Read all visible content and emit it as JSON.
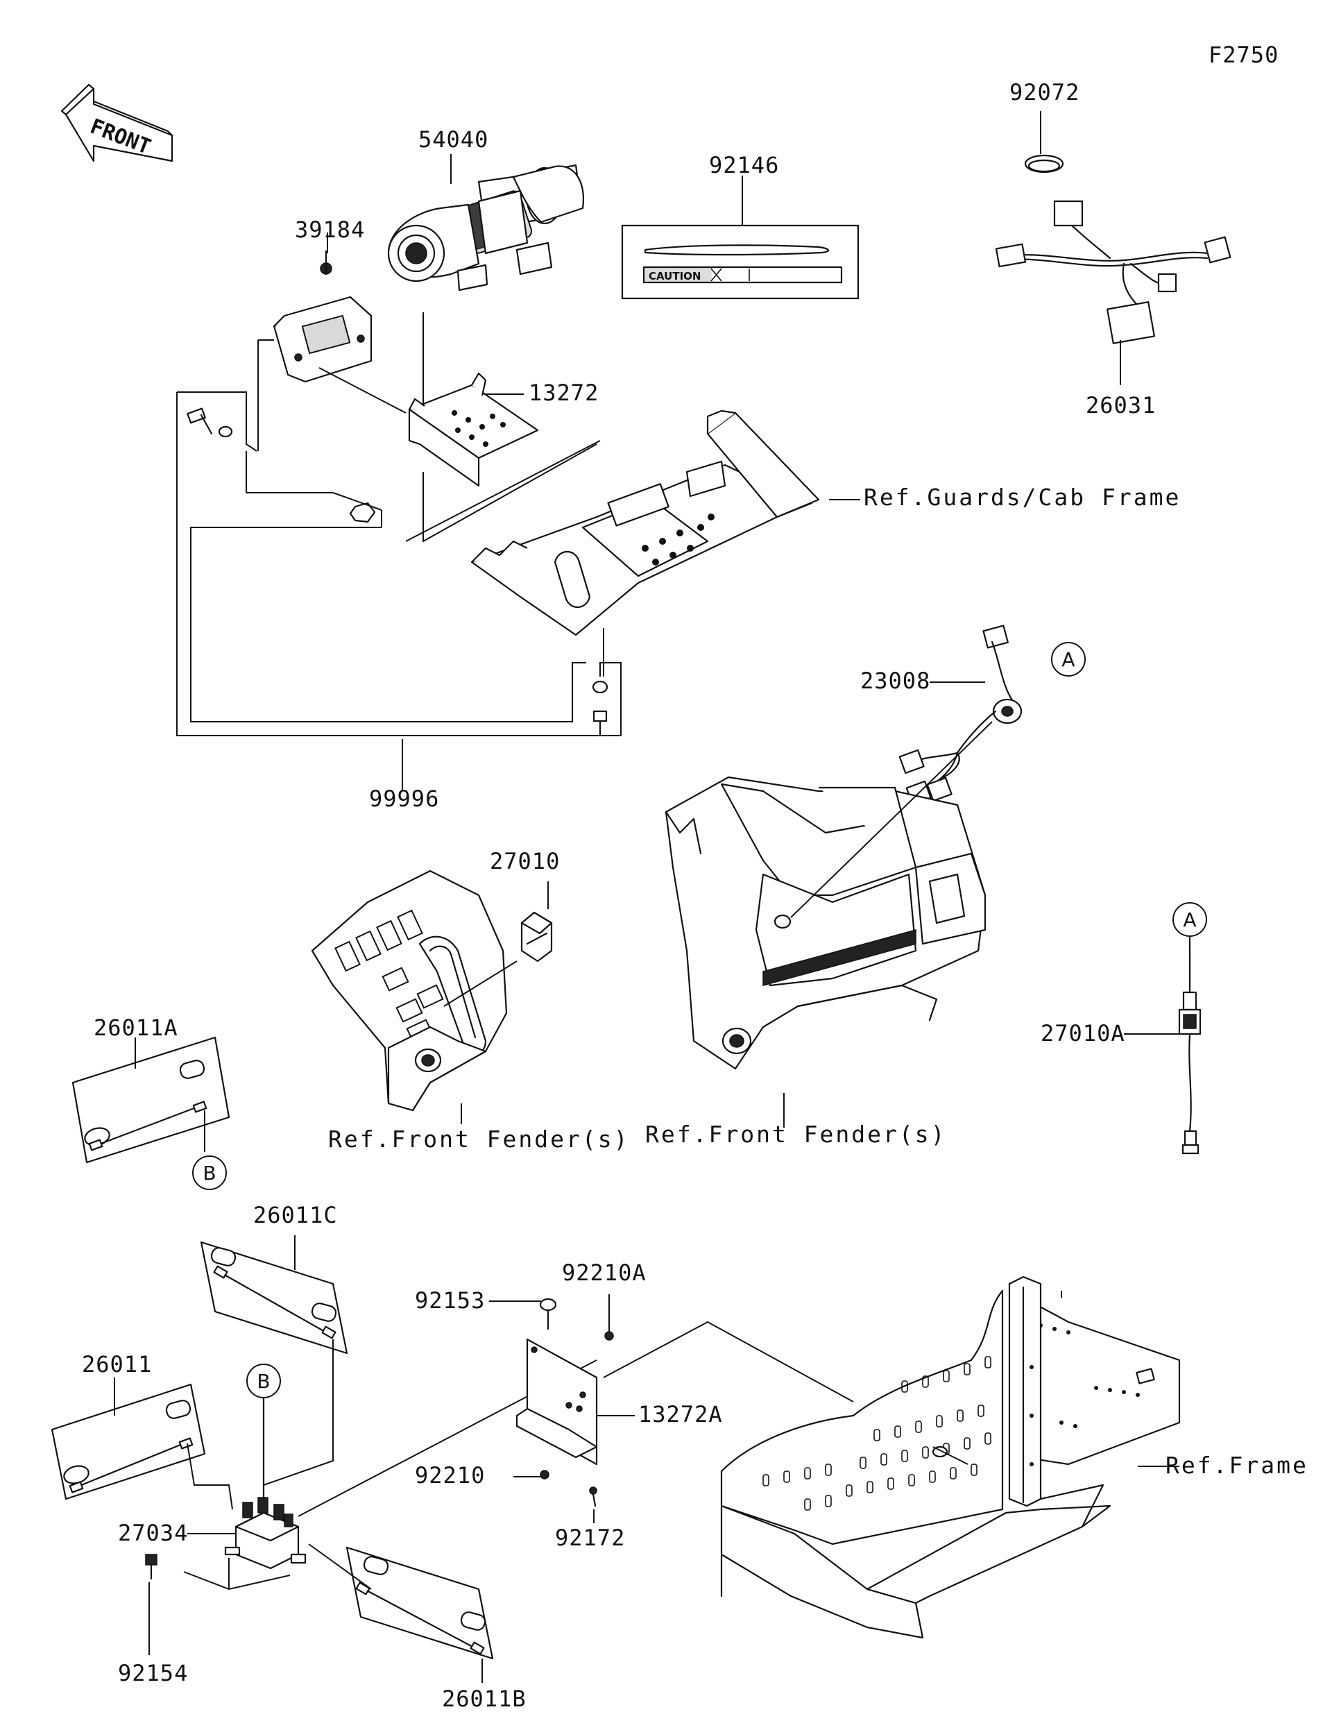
{
  "figure_code": "F2750",
  "front_arrow": {
    "text": "FRONT"
  },
  "parts": {
    "p54040": "54040",
    "p39184": "39184",
    "p13272": "13272",
    "p92146": "92146",
    "p92072": "92072",
    "p26031": "26031",
    "p23008": "23008",
    "p99996": "99996",
    "p27010": "27010",
    "p27010A": "27010A",
    "p26011A": "26011A",
    "p26011C": "26011C",
    "p26011": "26011",
    "p27034": "27034",
    "p92154": "92154",
    "p26011B": "26011B",
    "p92153": "92153",
    "p92210A": "92210A",
    "p13272A": "13272A",
    "p92210": "92210",
    "p92172": "92172"
  },
  "refs": {
    "guards_cab_frame": "Ref.Guards/Cab Frame",
    "front_fender_left": "Ref.Front Fender(s)",
    "front_fender_right": "Ref.Front Fender(s)",
    "frame": "Ref.Frame"
  },
  "callouts": {
    "a_top": "A",
    "a_right": "A",
    "b_left": "B",
    "b_bottom": "B"
  },
  "label_strip_text": "CAUTION"
}
